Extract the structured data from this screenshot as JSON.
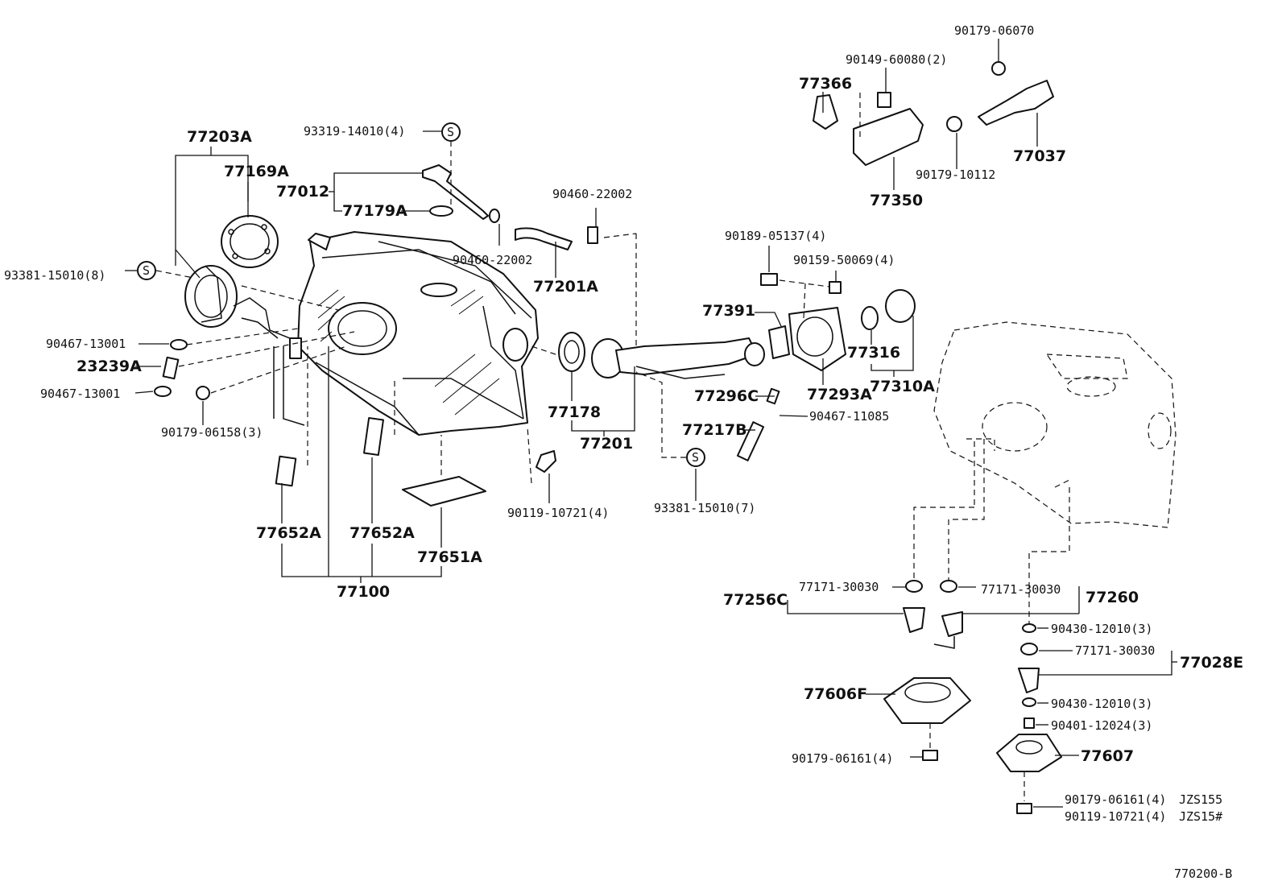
{
  "diagram": {
    "code": "770200-B",
    "callouts": {
      "c77203A": "77203A",
      "c77169A": "77169A",
      "c93319": "93319-14010(4)",
      "c77012": "77012",
      "c77179A": "77179A",
      "c90460a": "90460-22002",
      "c90460b": "90460-22002",
      "c77201A": "77201A",
      "c93381a": "93381-15010(8)",
      "c90467a": "90467-13001",
      "c23239A": "23239A",
      "c90467b": "90467-13001",
      "c90179a": "90179-06158(3)",
      "c77652Aa": "77652A",
      "c77652Ab": "77652A",
      "c77651A": "77651A",
      "c77100": "77100",
      "c77178": "77178",
      "c77201": "77201",
      "c90119a": "90119-10721(4)",
      "c93381b": "93381-15010(7)",
      "c90189": "90189-05137(4)",
      "c90159": "90159-50069(4)",
      "c77391": "77391",
      "c77316": "77316",
      "c77310A": "77310A",
      "c77293A": "77293A",
      "c77296C": "77296C",
      "c77217B": "77217B",
      "c90467c": "90467-11085",
      "c90179top": "90179-06070",
      "c90149": "90149-60080(2)",
      "c77366": "77366",
      "c90179b": "90179-10112",
      "c77037": "77037",
      "c77350": "77350",
      "c77256C": "77256C",
      "c77171a": "77171-30030",
      "c77171b": "77171-30030",
      "c77260": "77260",
      "c90430a": "90430-12010(3)",
      "c77171c": "77171-30030",
      "c77028E": "77028E",
      "c90430b": "90430-12010(3)",
      "c90401": "90401-12024(3)",
      "c77606F": "77606F",
      "c90179c": "90179-06161(4)",
      "c77607": "77607",
      "c90179d": "90179-06161(4)",
      "c90119b": "90119-10721(4)",
      "cNoteA": "JZS155",
      "cNoteB": "JZS15#",
      "sSym": "S"
    }
  }
}
